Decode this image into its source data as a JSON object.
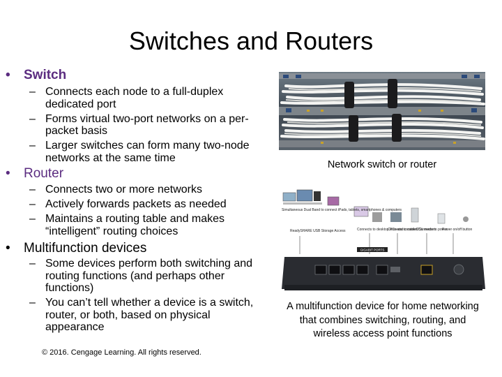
{
  "slide": {
    "title": "Switches and Routers",
    "bullet_glyph": "•",
    "dash_glyph": "–",
    "copyright": "© 2016. Cengage Learning. All rights reserved."
  },
  "bullets": [
    {
      "label": "Switch",
      "subs": [
        "Connects each node to a full-duplex dedicated port",
        "Forms virtual two-port networks on a per-packet basis",
        "Larger switches can form many two-node networks at the same time"
      ]
    },
    {
      "label": "Router",
      "subs": [
        "Connects two or more networks",
        "Actively forwards packets as needed",
        "Maintains a routing table and makes “intelligent” routing choices"
      ]
    },
    {
      "label": "Multifunction devices",
      "subs": [
        "Some devices perform both switching and routing functions (and perhaps other functions)",
        "You can’t tell whether a device is a switch, router, or both, based on physical appearance"
      ]
    }
  ],
  "figures": {
    "switch_caption": "Network switch or router",
    "router_caption": "A multifunction device for home networking that combines switching, routing, and wireless access point functions",
    "router_diagram_labels": [
      "Simultaneous Dual Band to connect iPads, tablets, smartphones & computers",
      "ReadySHARE USB Storage Access",
      "Connects to desktop PCs and consoles",
      "Connects to cable/DSL modem",
      "Connects to power",
      "Power on/off button"
    ],
    "router_badge": "GIGABIT PORTS"
  },
  "colors": {
    "accent": "#5b2c80",
    "text": "#000000",
    "router_body": "#2a2c31"
  }
}
